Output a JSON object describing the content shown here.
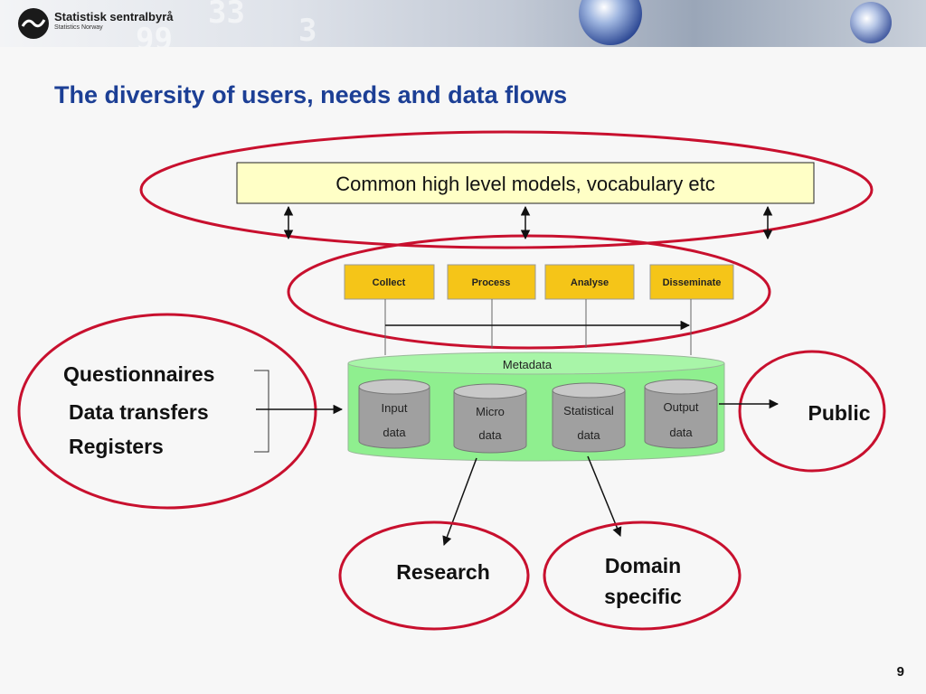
{
  "header": {
    "org_name": "Statistisk sentralbyrå",
    "org_sub": "Statistics Norway"
  },
  "slide": {
    "title": "The diversity of users, needs and data flows",
    "page_number": "9"
  },
  "diagram": {
    "common_models": "Common high level models, vocabulary etc",
    "phases": [
      "Collect",
      "Process",
      "Analyse",
      "Disseminate"
    ],
    "metadata_label": "Metadata",
    "stores": [
      {
        "line1": "Input",
        "line2": "data"
      },
      {
        "line1": "Micro",
        "line2": "data"
      },
      {
        "line1": "Statistical",
        "line2": "data"
      },
      {
        "line1": "Output",
        "line2": "data"
      }
    ],
    "sources": [
      "Questionnaires",
      "Data transfers",
      "Registers"
    ],
    "users": {
      "public": "Public",
      "research": "Research",
      "domain_line1": "Domain",
      "domain_line2": "specific"
    },
    "colors": {
      "ellipse_red": "#c8102e",
      "phase_yellow": "#f5c518",
      "model_box_yellow": "#ffffc6",
      "metadata_green": "#8fef8f",
      "store_gray": "#a0a0a0",
      "title_blue": "#1c3f95"
    }
  }
}
